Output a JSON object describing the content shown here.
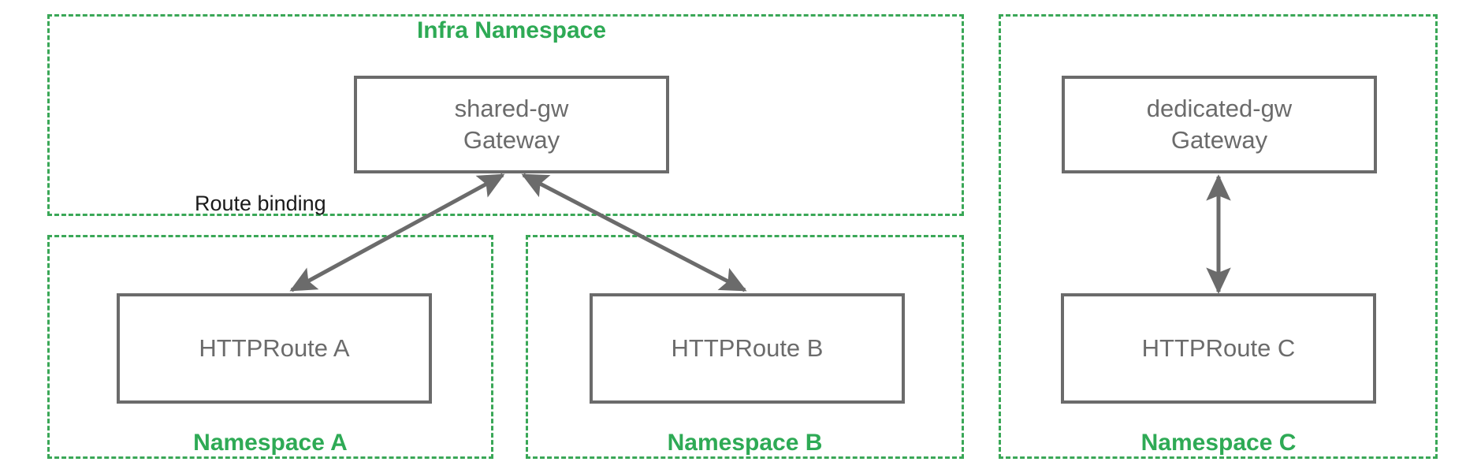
{
  "diagram": {
    "title_hidden": "Gateway API cross-namespace route binding",
    "colors": {
      "namespace_border": "#3aa757",
      "namespace_label": "#2eaa55",
      "node_border": "#6b6b6b",
      "node_text": "#6b6b6b",
      "arrow": "#6b6b6b",
      "edge_label_text": "#1a1a1a",
      "background": "#ffffff"
    },
    "namespaces": [
      {
        "id": "infra",
        "label": "Infra Namespace",
        "label_position": "top"
      },
      {
        "id": "namespace-a",
        "label": "Namespace A",
        "label_position": "bottom"
      },
      {
        "id": "namespace-b",
        "label": "Namespace B",
        "label_position": "bottom"
      },
      {
        "id": "namespace-c",
        "label": "Namespace C",
        "label_position": "bottom"
      }
    ],
    "nodes": [
      {
        "id": "shared-gw",
        "line1": "shared-gw",
        "line2": "Gateway",
        "namespace": "infra"
      },
      {
        "id": "dedicated-gw",
        "line1": "dedicated-gw",
        "line2": "Gateway",
        "namespace": "namespace-c"
      },
      {
        "id": "httproute-a",
        "line1": "HTTPRoute A",
        "line2": "",
        "namespace": "namespace-a"
      },
      {
        "id": "httproute-b",
        "line1": "HTTPRoute B",
        "line2": "",
        "namespace": "namespace-b"
      },
      {
        "id": "httproute-c",
        "line1": "HTTPRoute C",
        "line2": "",
        "namespace": "namespace-c"
      }
    ],
    "edges": [
      {
        "id": "edge-a",
        "from": "httproute-a",
        "to": "shared-gw",
        "label": "Route binding",
        "arrows": "both"
      },
      {
        "id": "edge-b",
        "from": "httproute-b",
        "to": "shared-gw",
        "label": "",
        "arrows": "both"
      },
      {
        "id": "edge-c",
        "from": "httproute-c",
        "to": "dedicated-gw",
        "label": "",
        "arrows": "both"
      }
    ],
    "edge_labels": [
      {
        "id": "route-binding",
        "text": "Route binding"
      }
    ]
  }
}
